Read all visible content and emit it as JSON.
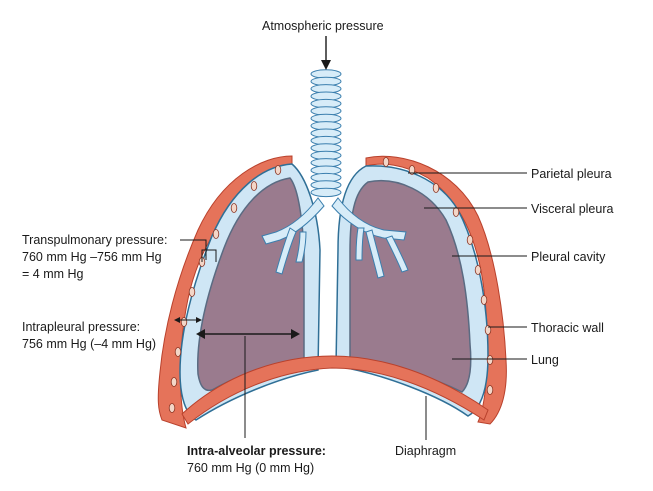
{
  "labels": {
    "atmospheric": "Atmospheric pressure",
    "parietal_pleura": "Parietal pleura",
    "visceral_pleura": "Visceral pleura",
    "pleural_cavity": "Pleural cavity",
    "thoracic_wall": "Thoracic wall",
    "lung": "Lung",
    "diaphragm": "Diaphragm",
    "transpulmonary": {
      "line1": "Transpulmonary pressure:",
      "line2": "760 mm Hg –756 mm Hg",
      "line3": "= 4 mm Hg"
    },
    "intrapleural": {
      "line1": "Intrapleural pressure:",
      "line2": "756 mm Hg (–4 mm Hg)"
    },
    "intra_alveolar": {
      "line1": "Intra-alveolar pressure:",
      "line2": "760 mm Hg (0 mm Hg)"
    }
  },
  "colors": {
    "thoracic_wall": "#e5735a",
    "thoracic_wall_stroke": "#b9412c",
    "pleural_cavity": "#cfe6f5",
    "pleura_line": "#2f6f96",
    "lung": "#9a7b8e",
    "lung_stroke": "#5a6b82",
    "trachea": "#d7ecf8",
    "trachea_stroke": "#3b7fae",
    "leader": "#1a1a1a"
  }
}
